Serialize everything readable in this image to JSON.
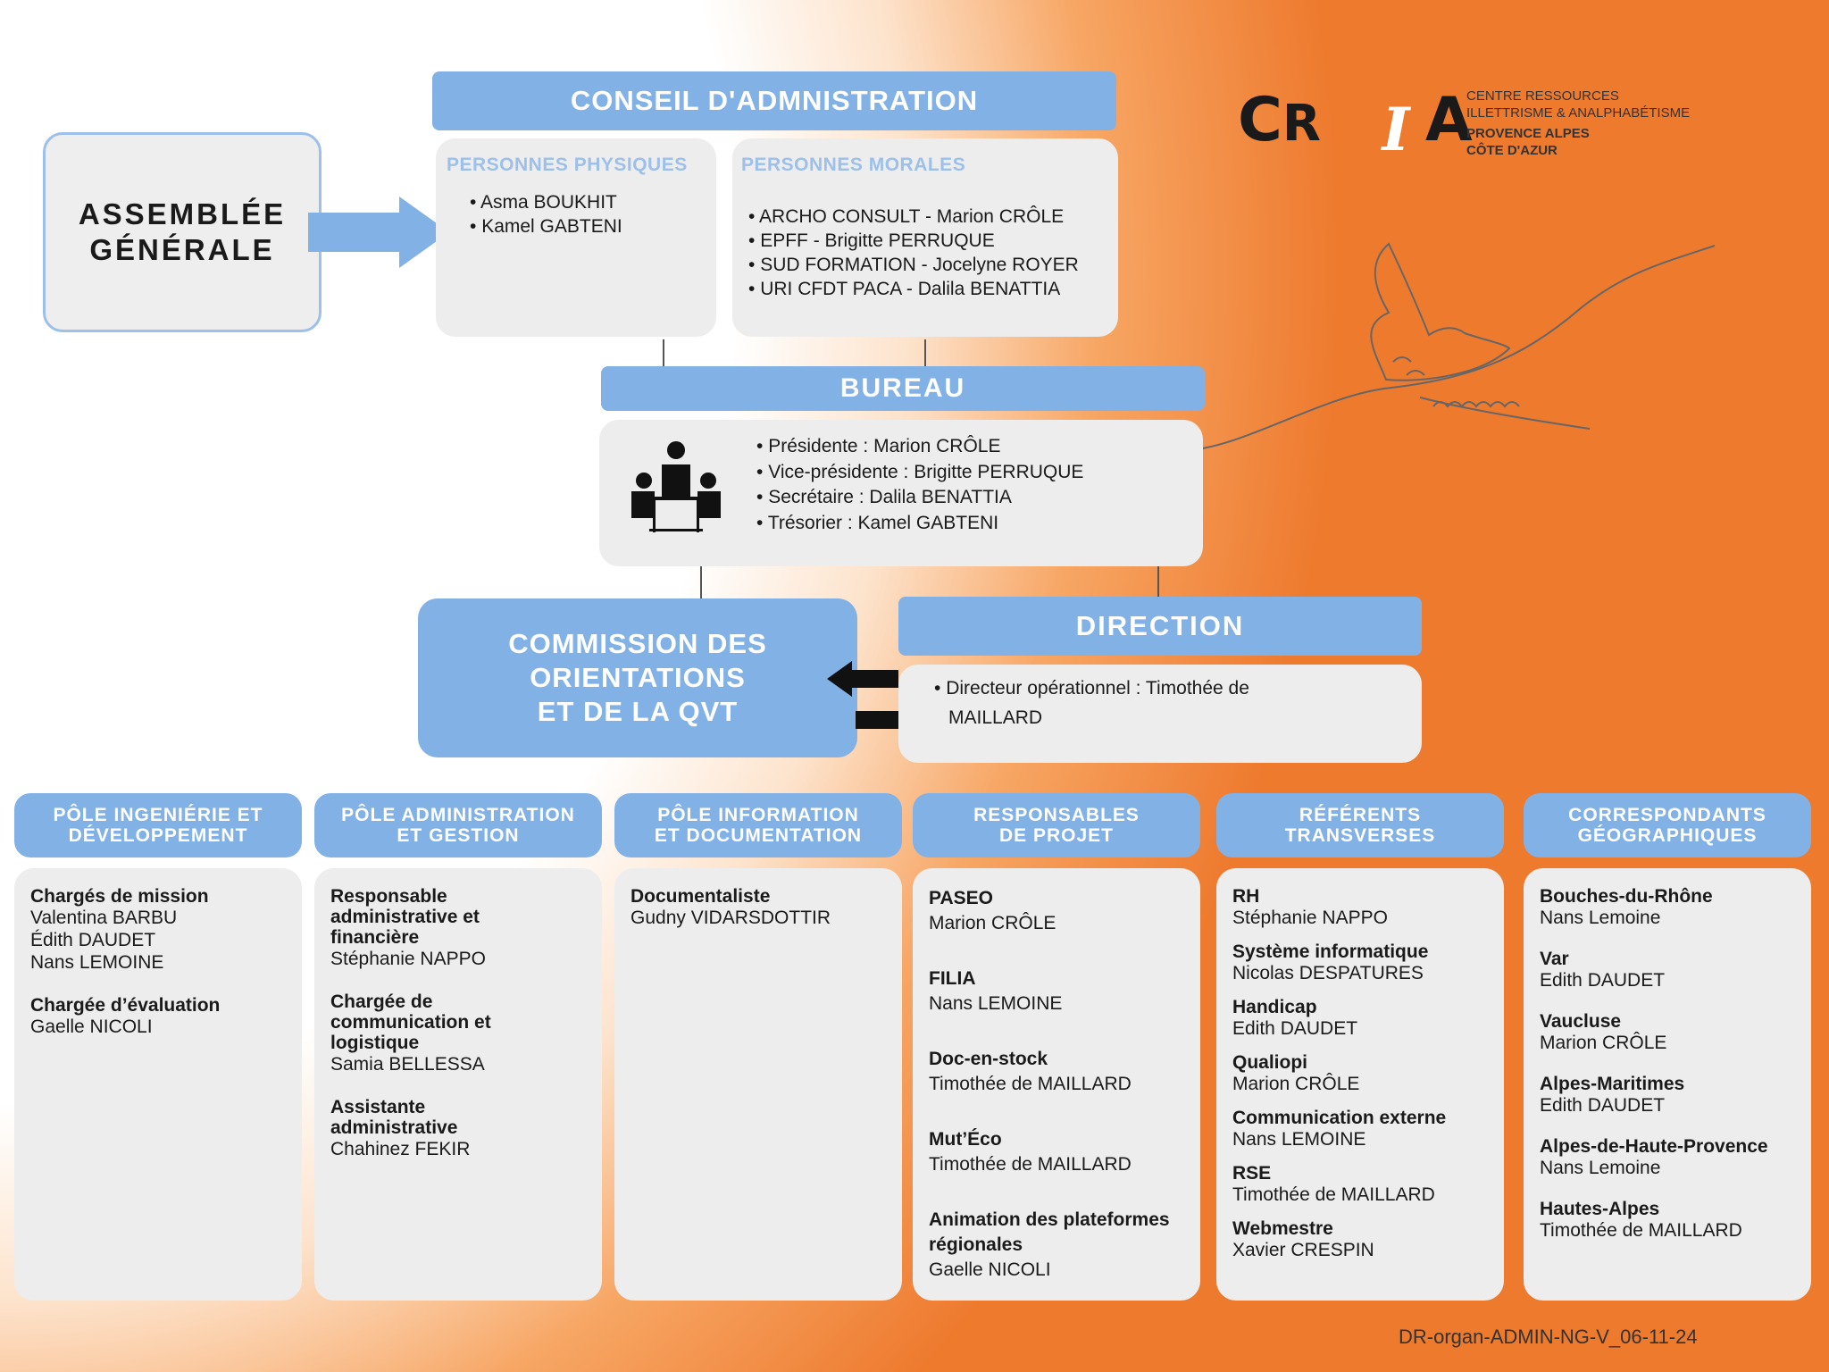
{
  "ag": {
    "line1": "ASSEMBLÉE",
    "line2": "GÉNÉRALE"
  },
  "ca": {
    "title": "CONSEIL D'ADMNISTRATION",
    "physiques": {
      "title": "PERSONNES PHYSIQUES",
      "items": [
        "Asma BOUKHIT",
        "Kamel GABTENI"
      ]
    },
    "morales": {
      "title": "PERSONNES MORALES",
      "items": [
        "ARCHO CONSULT - Marion CRÔLE",
        "EPFF - Brigitte PERRUQUE",
        "SUD FORMATION - Jocelyne ROYER",
        "URI CFDT PACA - Dalila BENATTIA"
      ]
    }
  },
  "logo": {
    "c": "C",
    "r": "R",
    "i": "I",
    "a": "A",
    "line1": "CENTRE RESSOURCES",
    "line2": "ILLETTRISME & ANALPHABÉTISME",
    "line3": "PROVENCE ALPES",
    "line4": "CÔTE D'AZUR"
  },
  "bureau": {
    "title": "BUREAU",
    "items": [
      "Présidente : Marion CRÔLE",
      "Vice-présidente : Brigitte PERRUQUE",
      "Secrétaire : Dalila BENATTIA",
      "Trésorier : Kamel GABTENI"
    ]
  },
  "commission": {
    "line1": "COMMISSION DES",
    "line2": "ORIENTATIONS",
    "line3": "ET DE LA QVT"
  },
  "direction": {
    "title": "DIRECTION",
    "line1": "Directeur opérationnel : Timothée de",
    "line2": "MAILLARD"
  },
  "poles": [
    {
      "h1": "PÔLE INGENIÉRIE ET",
      "h2": "DÉVELOPPEMENT",
      "entries": [
        {
          "t": "Chargés de mission",
          "n": [
            "Valentina BARBU",
            "Édith DAUDET",
            "Nans LEMOINE"
          ]
        },
        {
          "t": "Chargée d’évaluation",
          "n": [
            "Gaelle NICOLI"
          ]
        }
      ]
    },
    {
      "h1": "PÔLE ADMINISTRATION",
      "h2": "ET GESTION",
      "entries": [
        {
          "t": "Responsable administrative et financière",
          "n": [
            "Stéphanie NAPPO"
          ]
        },
        {
          "t": "Chargée de communication et logistique",
          "n": [
            "Samia BELLESSA"
          ]
        },
        {
          "t": "Assistante administrative",
          "n": [
            "Chahinez FEKIR"
          ]
        }
      ]
    },
    {
      "h1": "PÔLE INFORMATION",
      "h2": "ET DOCUMENTATION",
      "entries": [
        {
          "t": "Documentaliste",
          "n": [
            "Gudny VIDARSDOTTIR"
          ]
        }
      ]
    },
    {
      "h1": "RESPONSABLES",
      "h2": "DE PROJET",
      "entries": [
        {
          "t": "PASEO",
          "n": [
            "Marion CRÔLE"
          ]
        },
        {
          "t": "FILIA",
          "n": [
            "Nans LEMOINE"
          ]
        },
        {
          "t": "Doc-en-stock",
          "n": [
            "Timothée de MAILLARD"
          ]
        },
        {
          "t": "Mut’Éco",
          "n": [
            "Timothée de MAILLARD"
          ]
        },
        {
          "t": "Animation des plateformes régionales",
          "n": [
            "Gaelle NICOLI"
          ]
        }
      ]
    },
    {
      "h1": "RÉFÉRENTS",
      "h2": "TRANSVERSES",
      "entries": [
        {
          "t": "RH",
          "n": [
            "Stéphanie NAPPO"
          ]
        },
        {
          "t": "Système informatique",
          "n": [
            "Nicolas DESPATURES"
          ]
        },
        {
          "t": "Handicap",
          "n": [
            "Edith DAUDET"
          ]
        },
        {
          "t": "Qualiopi",
          "n": [
            "Marion CRÔLE"
          ]
        },
        {
          "t": "Communication externe",
          "n": [
            "Nans LEMOINE"
          ]
        },
        {
          "t": "RSE",
          "n": [
            "Timothée de MAILLARD"
          ]
        },
        {
          "t": "Webmestre",
          "n": [
            "Xavier CRESPIN"
          ]
        }
      ]
    },
    {
      "h1": "CORRESPONDANTS",
      "h2": "GÉOGRAPHIQUES",
      "entries": [
        {
          "t": "Bouches-du-Rhône",
          "n": [
            "Nans Lemoine"
          ]
        },
        {
          "t": "Var",
          "n": [
            "Edith DAUDET"
          ]
        },
        {
          "t": "Vaucluse",
          "n": [
            "Marion CRÔLE"
          ]
        },
        {
          "t": "Alpes-Maritimes",
          "n": [
            "Edith DAUDET"
          ]
        },
        {
          "t": "Alpes-de-Haute-Provence",
          "n": [
            "Nans Lemoine"
          ]
        },
        {
          "t": "Hautes-Alpes",
          "n": [
            "Timothée de MAILLARD"
          ]
        }
      ]
    }
  ],
  "footer": {
    "ref": "DR-organ-ADMIN-NG-V_06-11-24"
  },
  "colors": {
    "blue": "#82b1e6",
    "grey": "#eeeded",
    "orange": "#ee7a2e"
  }
}
